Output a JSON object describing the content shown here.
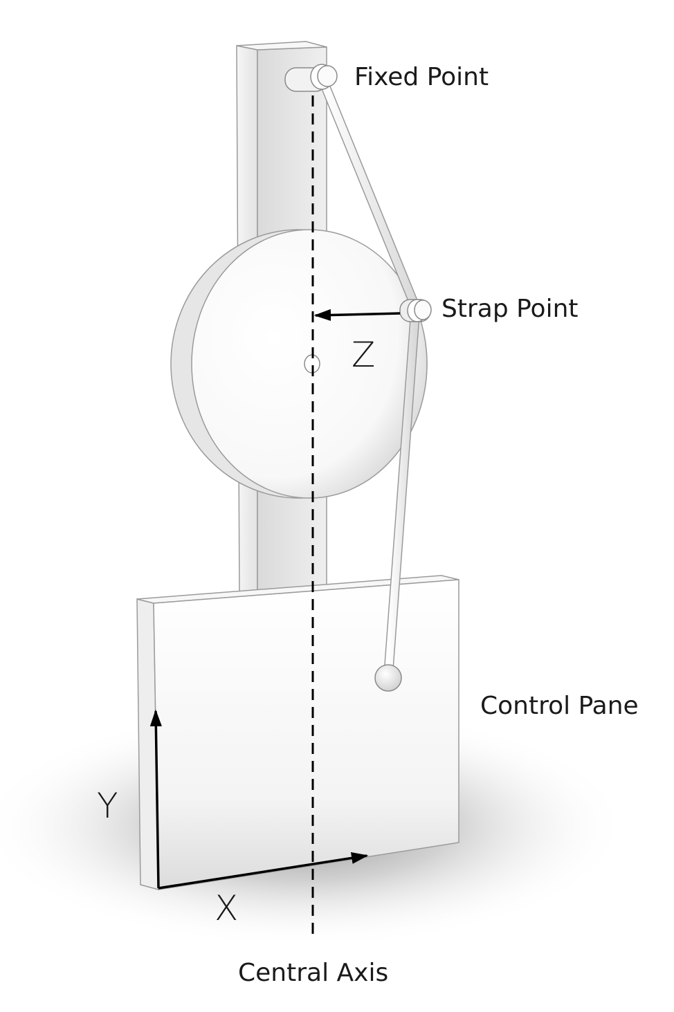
{
  "labels": {
    "fixed_point": "Fixed Point",
    "strap_point": "Strap Point",
    "z_axis": "Z",
    "control_pane": "Control Pane",
    "y_axis": "Y",
    "x_axis": "X",
    "central_axis": "Central Axis"
  },
  "colors": {
    "background": "#ffffff",
    "surface_light": "#f7f7f7",
    "surface_shade": "#d6d6d6",
    "outline": "#9a9a9a",
    "arrow": "#000000",
    "text": "#1a1a1a"
  }
}
